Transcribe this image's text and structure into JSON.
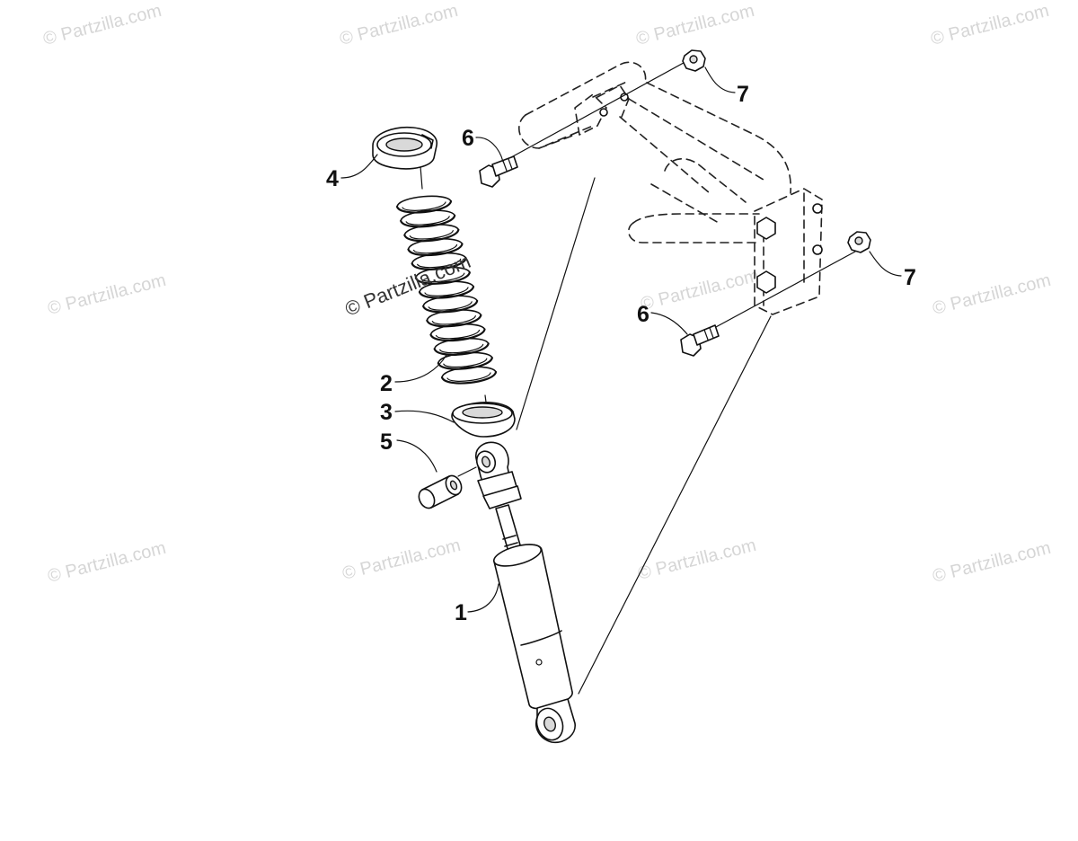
{
  "watermark_text": "© Partzilla.com",
  "center_watermark_text": "© Partzilla.com",
  "callouts": [
    {
      "id": "1",
      "label": "1"
    },
    {
      "id": "2",
      "label": "2"
    },
    {
      "id": "3",
      "label": "3"
    },
    {
      "id": "4",
      "label": "4"
    },
    {
      "id": "5",
      "label": "5"
    },
    {
      "id": "6a",
      "label": "6"
    },
    {
      "id": "6b",
      "label": "6"
    },
    {
      "id": "7a",
      "label": "7"
    },
    {
      "id": "7b",
      "label": "7"
    }
  ],
  "colors": {
    "line": "#111111",
    "watermark": "#d6d6d6",
    "background": "#ffffff"
  }
}
